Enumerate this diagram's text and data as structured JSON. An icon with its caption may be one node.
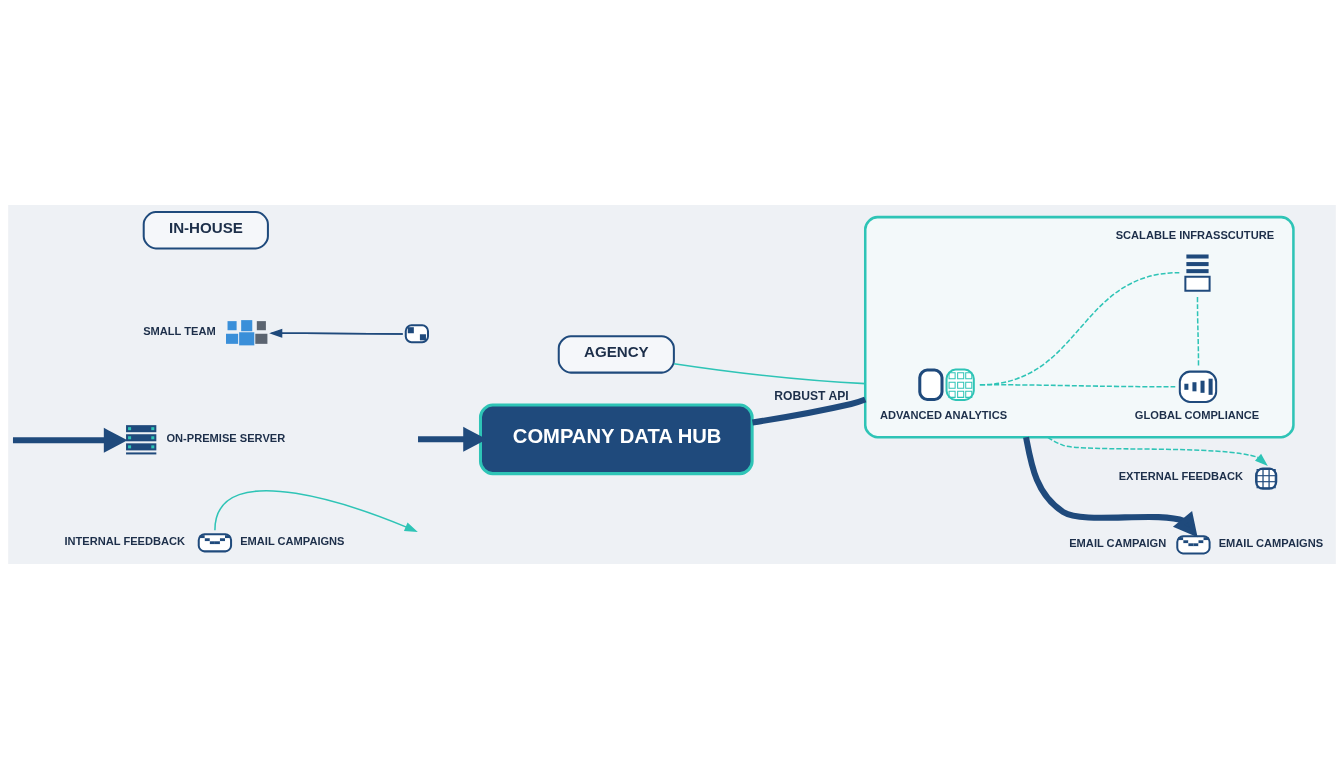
{
  "diagram": {
    "nodes": [
      {
        "text": [
          "IN-HOUSE"
        ]
      },
      {
        "text": [],
        "shape": "picture",
        "beside": [
          "SMALL TEAM"
        ]
      },
      {
        "text": [],
        "shape": "picture",
        "beside": [
          "ON-PREMISE SERVER"
        ]
      },
      {
        "text": [],
        "shape": "picture"
      },
      {
        "text": [],
        "shape": "picture",
        "beside": [
          "INTERNAL FEEDBACK",
          "EMAIL CAMPAIGNS"
        ]
      },
      {
        "text": [
          "COMPANY DATA HUB"
        ]
      },
      {
        "text": [
          "AGENCY"
        ]
      },
      {
        "text": [],
        "shape": "picture",
        "beside": [
          "EXTERNAL FEEDBACK"
        ]
      },
      {
        "text": [],
        "shape": "cloud"
      },
      {
        "text": [],
        "shape": "picture",
        "beside": [
          "ADVANCED ANALYTICS"
        ],
        "in": 8
      },
      {
        "text": [],
        "shape": "picture",
        "beside": [
          "GLOBAL COMPLIANCE"
        ],
        "in": 8
      },
      {
        "text": [],
        "shape": "picture",
        "beside": [
          "SCALABLE INFRASSCUTURE"
        ],
        "in": 8
      },
      {
        "text": [],
        "shape": "picture",
        "beside": [
          "EMAIL CAMPAIGN",
          "EMAIL CAMPAIGNS"
        ]
      }
    ],
    "edges": [
      {
        "from": 3,
        "to": 1,
        "arrow": "to"
      },
      {
        "from": 1,
        "to": 3,
        "arrow": "none"
      },
      {
        "from": null,
        "to": 2,
        "arrow": "to",
        "style": "thick"
      },
      {
        "from": 4,
        "to": null,
        "arrow": "to",
        "color": "#2ec4b6"
      },
      {
        "from": null,
        "to": 5,
        "arrow": "to",
        "style": "thick"
      },
      {
        "from": 5,
        "to": 8,
        "arrow": "none",
        "label": "ROBUST API",
        "style": "thick"
      },
      {
        "from": 6,
        "to": 8,
        "arrow": "none",
        "color": "#2ec4b6"
      },
      {
        "from": 8,
        "to": 7,
        "arrow": "to",
        "style": "dashed",
        "color": "#2ec4b6"
      },
      {
        "from": 9,
        "to": 10,
        "arrow": "none",
        "style": "dashed",
        "color": "#2ec4b6"
      },
      {
        "from": 9,
        "to": 11,
        "arrow": "none",
        "style": "dashed",
        "color": "#2ec4b6"
      },
      {
        "from": 10,
        "to": 11,
        "arrow": "none",
        "style": "dashed",
        "color": "#2ec4b6"
      },
      {
        "from": 8,
        "to": 12,
        "arrow": "to",
        "style": "thick"
      }
    ]
  }
}
